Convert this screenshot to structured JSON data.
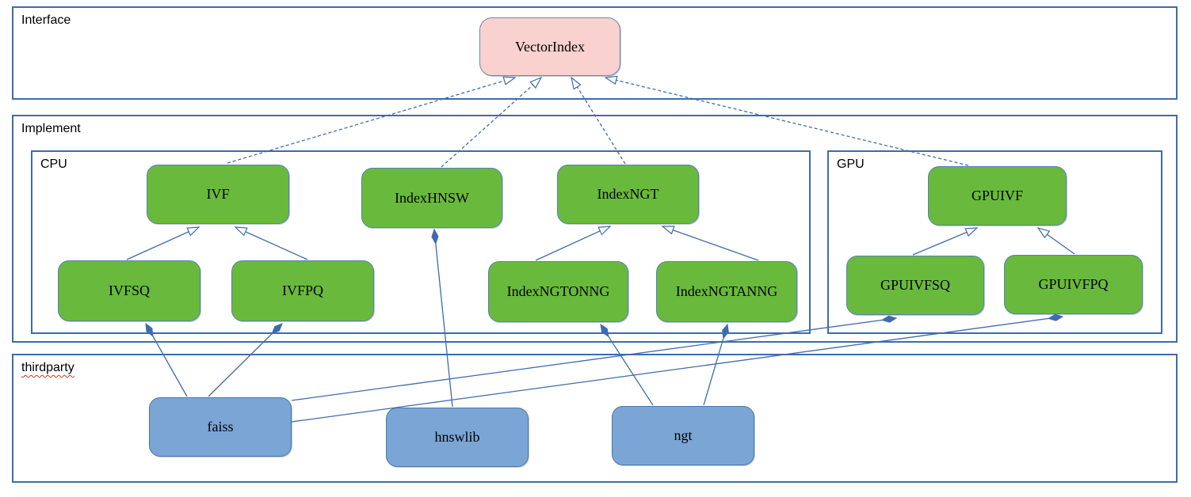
{
  "diagram": {
    "title_hint": "VectorIndex class architecture diagram",
    "sections": {
      "interface": {
        "label": "Interface"
      },
      "implement": {
        "label": "Implement"
      },
      "cpu": {
        "label": "CPU"
      },
      "gpu": {
        "label": "GPU"
      },
      "thirdparty": {
        "label": "thirdparty"
      }
    },
    "nodes": {
      "vectorindex": {
        "label": "VectorIndex",
        "type": "interface"
      },
      "ivf": {
        "label": "IVF",
        "type": "implementation-cpu"
      },
      "indexhnsw": {
        "label": "IndexHNSW",
        "type": "implementation-cpu"
      },
      "indexngt": {
        "label": "IndexNGT",
        "type": "implementation-cpu"
      },
      "ivfsq": {
        "label": "IVFSQ",
        "type": "implementation-cpu"
      },
      "ivfpq": {
        "label": "IVFPQ",
        "type": "implementation-cpu"
      },
      "indexngtonng": {
        "label": "IndexNGTONNG",
        "type": "implementation-cpu"
      },
      "indexngtanng": {
        "label": "IndexNGTANNG",
        "type": "implementation-cpu"
      },
      "gpuivf": {
        "label": "GPUIVF",
        "type": "implementation-gpu"
      },
      "gpuivfsq": {
        "label": "GPUIVFSQ",
        "type": "implementation-gpu"
      },
      "gpuivfpq": {
        "label": "GPUIVFPQ",
        "type": "implementation-gpu"
      },
      "faiss": {
        "label": "faiss",
        "type": "thirdparty-library"
      },
      "hnswlib": {
        "label": "hnswlib",
        "type": "thirdparty-library"
      },
      "ngt": {
        "label": "ngt",
        "type": "thirdparty-library"
      }
    },
    "connections": [
      {
        "from": "IVF",
        "to": "VectorIndex",
        "relation": "realization",
        "style": "dashed, hollow arrowhead at interface"
      },
      {
        "from": "IndexHNSW",
        "to": "VectorIndex",
        "relation": "realization",
        "style": "dashed, hollow arrowhead at interface"
      },
      {
        "from": "IndexNGT",
        "to": "VectorIndex",
        "relation": "realization",
        "style": "dashed, hollow arrowhead at interface"
      },
      {
        "from": "GPUIVF",
        "to": "VectorIndex",
        "relation": "realization",
        "style": "dashed, hollow arrowhead at interface"
      },
      {
        "from": "IVFSQ",
        "to": "IVF",
        "relation": "generalization",
        "style": "solid, hollow arrowhead at parent"
      },
      {
        "from": "IVFPQ",
        "to": "IVF",
        "relation": "generalization",
        "style": "solid, hollow arrowhead at parent"
      },
      {
        "from": "IndexNGTONNG",
        "to": "IndexNGT",
        "relation": "generalization",
        "style": "solid, hollow arrowhead at parent"
      },
      {
        "from": "IndexNGTANNG",
        "to": "IndexNGT",
        "relation": "generalization",
        "style": "solid, hollow arrowhead at parent"
      },
      {
        "from": "GPUIVFSQ",
        "to": "GPUIVF",
        "relation": "generalization",
        "style": "solid, hollow arrowhead at parent"
      },
      {
        "from": "GPUIVFPQ",
        "to": "GPUIVF",
        "relation": "generalization",
        "style": "solid, hollow arrowhead at parent"
      },
      {
        "from": "faiss",
        "to": "IVFSQ",
        "relation": "composition",
        "style": "solid, filled diamond at component"
      },
      {
        "from": "faiss",
        "to": "IVFPQ",
        "relation": "composition",
        "style": "solid, filled diamond at component"
      },
      {
        "from": "faiss",
        "to": "GPUIVFSQ",
        "relation": "composition",
        "style": "solid, filled diamond at component"
      },
      {
        "from": "faiss",
        "to": "GPUIVFPQ",
        "relation": "composition",
        "style": "solid, filled diamond at component"
      },
      {
        "from": "hnswlib",
        "to": "IndexHNSW",
        "relation": "composition",
        "style": "solid, filled diamond at component"
      },
      {
        "from": "ngt",
        "to": "IndexNGTONNG",
        "relation": "composition",
        "style": "solid, filled diamond at component"
      },
      {
        "from": "ngt",
        "to": "IndexNGTANNG",
        "relation": "composition",
        "style": "solid, filled diamond at component"
      }
    ],
    "colors": {
      "interface_fill": "#f9d1ce",
      "implementation_fill": "#69ba3c",
      "thirdparty_fill": "#7aa5d5",
      "line": "#3e6bae",
      "spellcheck_underline": "#d03325",
      "text": "#000000",
      "background": "#ffffff"
    }
  }
}
